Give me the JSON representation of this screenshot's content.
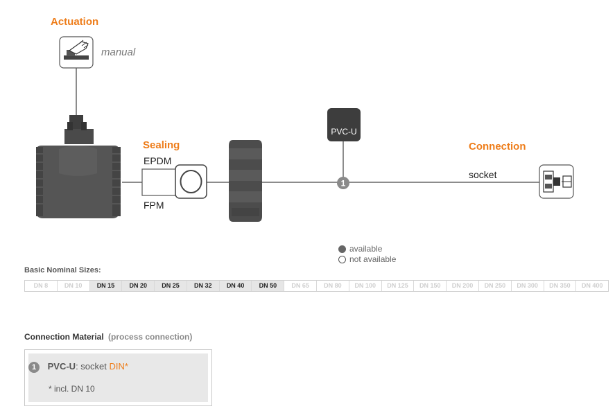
{
  "actuation": {
    "title": "Actuation",
    "type": "manual"
  },
  "sealing": {
    "title": "Sealing",
    "options": [
      "EPDM",
      "FPM"
    ]
  },
  "material_tag": {
    "label": "PVC-U",
    "number": "1"
  },
  "connection": {
    "title": "Connection",
    "type": "socket"
  },
  "legend": {
    "available": "available",
    "not_available": "not available"
  },
  "sizes": {
    "title": "Basic Nominal Sizes:",
    "items": [
      {
        "label": "DN 8",
        "available": false
      },
      {
        "label": "DN 10",
        "available": false
      },
      {
        "label": "DN 15",
        "available": true
      },
      {
        "label": "DN 20",
        "available": true
      },
      {
        "label": "DN 25",
        "available": true
      },
      {
        "label": "DN 32",
        "available": true
      },
      {
        "label": "DN 40",
        "available": true
      },
      {
        "label": "DN 50",
        "available": true
      },
      {
        "label": "DN 65",
        "available": false
      },
      {
        "label": "DN 80",
        "available": false
      },
      {
        "label": "DN 100",
        "available": false
      },
      {
        "label": "DN 125",
        "available": false
      },
      {
        "label": "DN 150",
        "available": false
      },
      {
        "label": "DN 200",
        "available": false
      },
      {
        "label": "DN 250",
        "available": false
      },
      {
        "label": "DN 300",
        "available": false
      },
      {
        "label": "DN 350",
        "available": false
      },
      {
        "label": "DN 400",
        "available": false
      }
    ]
  },
  "material_section": {
    "title": "Connection Material",
    "subtitle": "(process connection)",
    "number": "1",
    "material": "PVC-U",
    "separator": ": socket ",
    "standard": "DIN*",
    "footnote": "* incl. DN 10"
  },
  "colors": {
    "accent": "#ee7d1a",
    "body_gray": "#4a4a4a",
    "tag_dark": "#3d3d3d"
  }
}
